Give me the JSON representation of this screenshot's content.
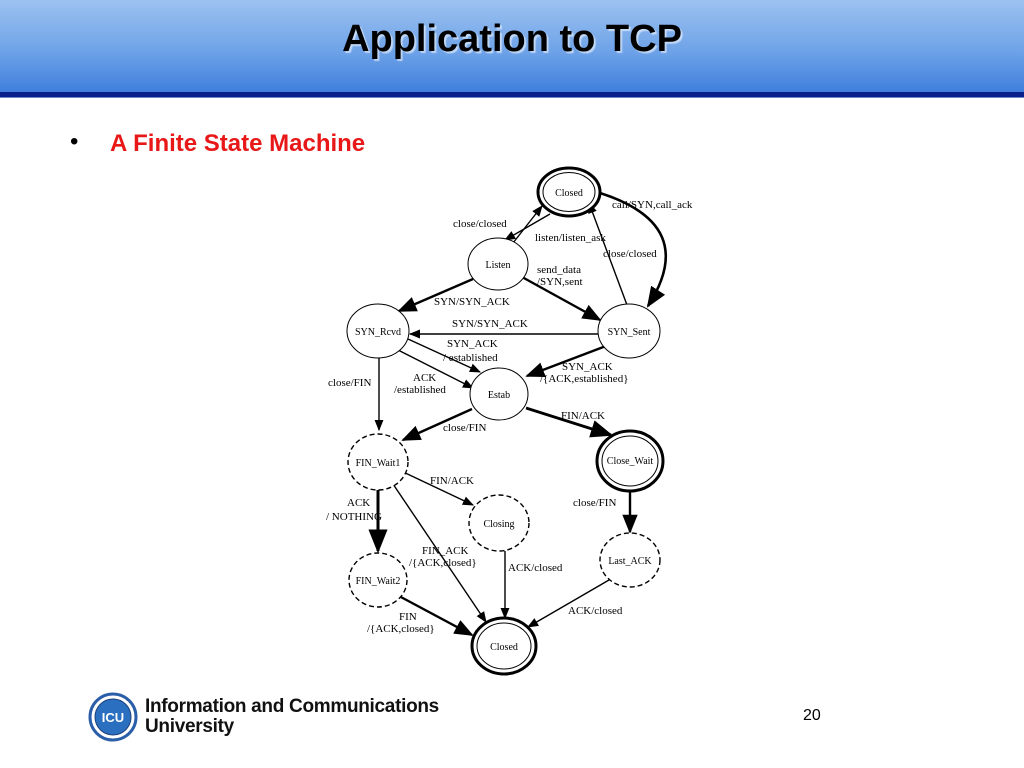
{
  "slide": {
    "title": "Application to TCP",
    "bullet": "A Finite State Machine",
    "page_number": "20"
  },
  "footer": {
    "logo_text": "ICU",
    "org_line1": "Information and Communications",
    "org_line2": "University"
  },
  "diagram": {
    "states": {
      "closed_top": "Closed",
      "listen": "Listen",
      "syn_rcvd": "SYN_Rcvd",
      "syn_sent": "SYN_Sent",
      "estab": "Estab",
      "fin_wait1": "FIN_Wait1",
      "close_wait": "Close_Wait",
      "closing": "Closing",
      "last_ack": "Last_ACK",
      "fin_wait2": "FIN_Wait2",
      "closed_bottom": "Closed"
    },
    "labels": {
      "call_syn": "call/SYN,call_ack",
      "close_closed_1": "close/closed",
      "listen_listen_ask": "listen/listen_ask",
      "close_closed_2": "close/closed",
      "send_data_1": "send_data",
      "send_data_2": "/SYN,sent",
      "syn_syn_ack_1": "SYN/SYN_ACK",
      "syn_syn_ack_2": "SYN/SYN_ACK",
      "syn_ack_est_1": "SYN_ACK",
      "syn_ack_est_2": "/ established",
      "syn_ack_ack_1": "SYN_ACK",
      "syn_ack_ack_2": "/{ACK,established}",
      "close_fin_1": "close/FIN",
      "ack_est_1": "ACK",
      "ack_est_2": "/established",
      "fin_ack_1": "FIN/ACK",
      "close_fin_2": "close/FIN",
      "fin_ack_2": "FIN/ACK",
      "close_fin_3": "close/FIN",
      "ack_nothing_1": "ACK",
      "ack_nothing_2": "/ NOTHING",
      "fin_ack_closed_1": "FIN_ACK",
      "fin_ack_closed_2": "/{ACK,closed}",
      "ack_closed_1": "ACK/closed",
      "ack_closed_2": "ACK/closed",
      "fin_closed_1": "FIN",
      "fin_closed_2": "/{ACK,closed}"
    }
  }
}
